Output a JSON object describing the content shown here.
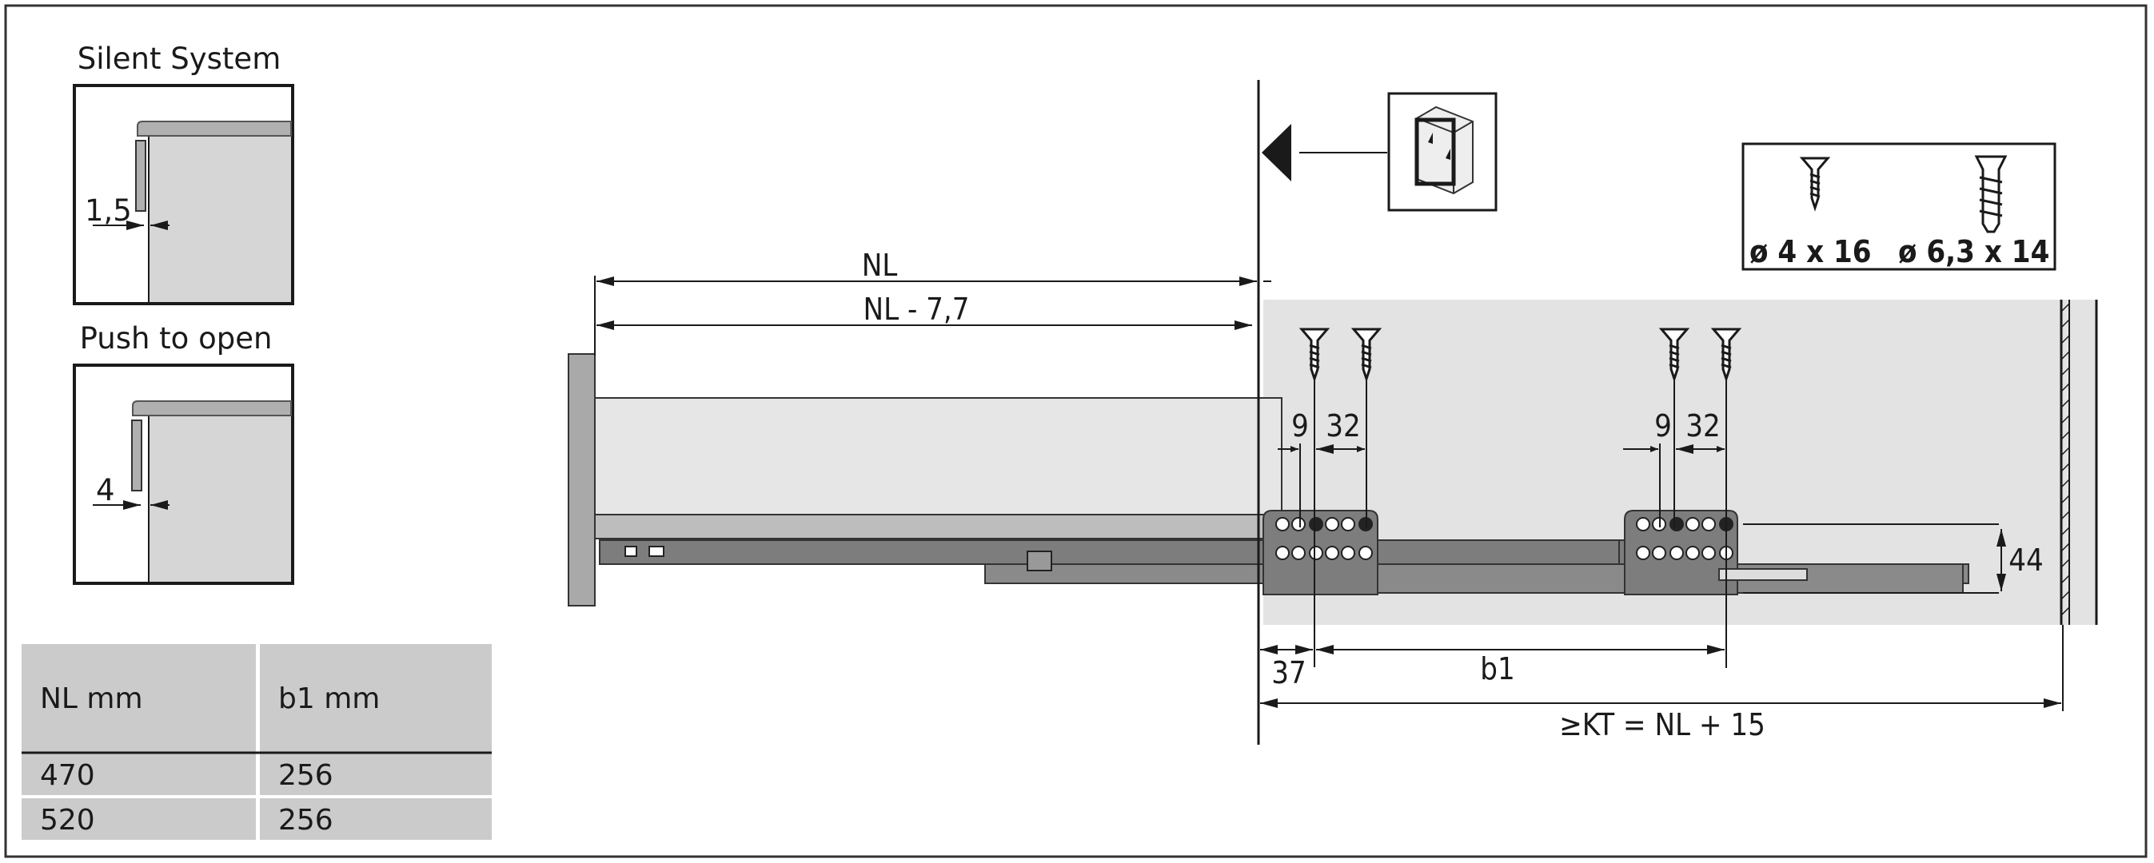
{
  "insets": {
    "silent_system": {
      "title": "Silent System",
      "gap": "1,5"
    },
    "push_to_open": {
      "title": "Push to open",
      "gap": "4"
    }
  },
  "table": {
    "headers": [
      "NL mm",
      "b1 mm"
    ],
    "rows": [
      [
        "470",
        "256"
      ],
      [
        "520",
        "256"
      ]
    ]
  },
  "dimensions": {
    "nl": "NL",
    "nl_minus": "NL - 7,7",
    "front_9": "9",
    "front_32": "32",
    "rear_9": "9",
    "rear_32": "32",
    "height_44": "44",
    "offset_37": "37",
    "b1": "b1",
    "kt": "≥KT = NL + 15"
  },
  "screws": {
    "wood_screw": "ø 4 x 16",
    "euro_screw": "ø 6,3 x 14"
  },
  "colors": {
    "line": "#1a1a1a",
    "cabinet": "#e3e3e3",
    "rail": "#7d7d7d",
    "table": "#cbcbcb"
  }
}
